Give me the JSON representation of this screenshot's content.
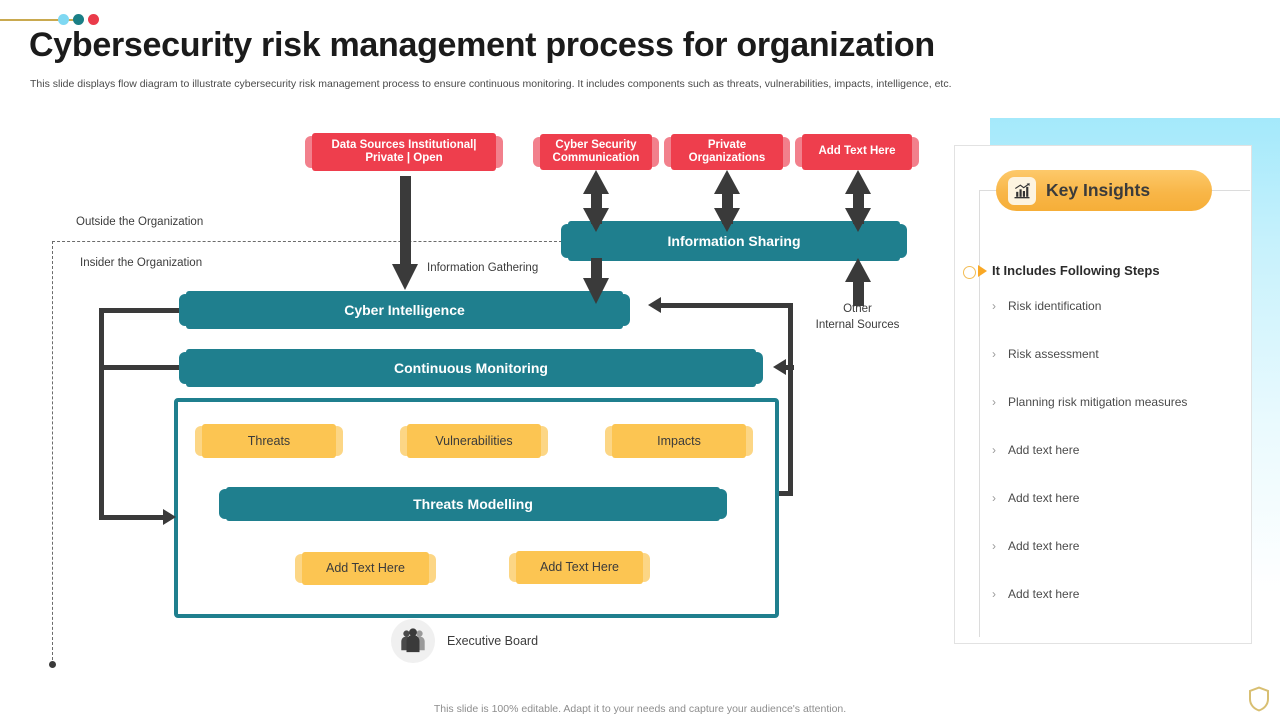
{
  "header": {
    "title": "Cybersecurity risk management process for organization",
    "subtitle": "This slide displays flow diagram to illustrate cybersecurity risk management process to ensure continuous monitoring.  It includes components such as threats, vulnerabilities, impacts, intelligence,  etc.",
    "decor_dots": [
      "#7fd8f2",
      "#1a7f86",
      "#ea3b4a"
    ],
    "decor_line_color": "#c9a94f"
  },
  "diagram": {
    "source_boxes": [
      {
        "label": "Data Sources Institutional| Private | Open"
      },
      {
        "label": "Cyber Security Communication"
      },
      {
        "label": "Private Organizations"
      },
      {
        "label": "Add Text Here"
      }
    ],
    "information_sharing": "Information Sharing",
    "cyber_intelligence": "Cyber Intelligence",
    "continuous_monitoring": "Continuous Monitoring",
    "threats_modelling": "Threats Modelling",
    "risk_boxes": [
      "Threats",
      "Vulnerabilities",
      "Impacts"
    ],
    "add_text_boxes": [
      "Add Text Here",
      "Add Text Here"
    ],
    "labels": {
      "outside": "Outside the Organization",
      "insider": "Insider the Organization",
      "info_gathering": "Information  Gathering",
      "other_internal": "Other\nInternal  Sources",
      "other_internal_l1": "Other",
      "other_internal_l2": "Internal  Sources"
    },
    "executive_board": "Executive Board",
    "colors": {
      "red": "#ee3e4d",
      "teal": "#1f7f8e",
      "yellow": "#fcc552",
      "arrow": "#3a3a3a"
    }
  },
  "insights": {
    "pill_label": "Key Insights",
    "pill_icon": "bar-chart-icon",
    "steps_heading": "It Includes Following Steps",
    "steps": [
      "Risk identification",
      "Risk assessment",
      "Planning risk mitigation measures",
      "Add text here",
      "Add text here",
      "Add text here",
      "Add text here"
    ],
    "accent": "#f6ae38"
  },
  "footer": {
    "note": "This slide is 100% editable.  Adapt it to your needs and capture your audience's attention.",
    "logo": "shield-icon"
  }
}
